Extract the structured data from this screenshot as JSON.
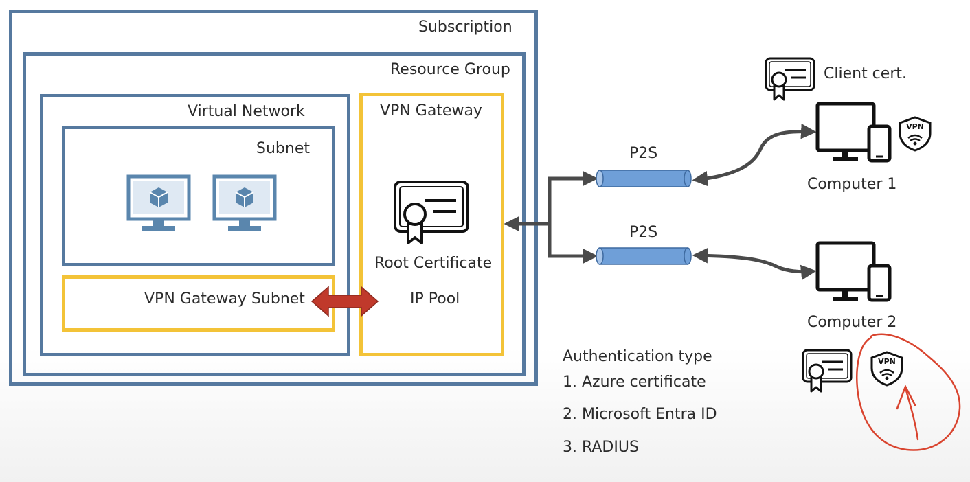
{
  "subscription": {
    "label": "Subscription"
  },
  "resource_group": {
    "label": "Resource Group"
  },
  "virtual_network": {
    "label": "Virtual Network"
  },
  "subnet": {
    "label": "Subnet"
  },
  "vpn_gateway_subnet": {
    "label": "VPN Gateway Subnet"
  },
  "vpn_gateway": {
    "label": "VPN Gateway",
    "root_certificate": "Root Certificate",
    "ip_pool": "IP Pool"
  },
  "tunnels": [
    {
      "label": "P2S"
    },
    {
      "label": "P2S"
    }
  ],
  "client_cert": {
    "label": "Client cert."
  },
  "computers": [
    {
      "label": "Computer 1",
      "badge": "VPN"
    },
    {
      "label": "Computer 2"
    }
  ],
  "computer2_badge": "VPN",
  "auth": {
    "title": "Authentication type",
    "items": [
      "1. Azure certificate",
      "2. Microsoft Entra ID",
      "3. RADIUS"
    ]
  },
  "colors": {
    "box_blue": "#56799f",
    "box_yellow": "#f3c338",
    "icon_blue": "#5a86ad",
    "tunnel_blue": "#6f9fd8",
    "arrow_red": "#c0392b",
    "annotation_red": "#d9442f",
    "connector_gray": "#4a4a4a"
  }
}
